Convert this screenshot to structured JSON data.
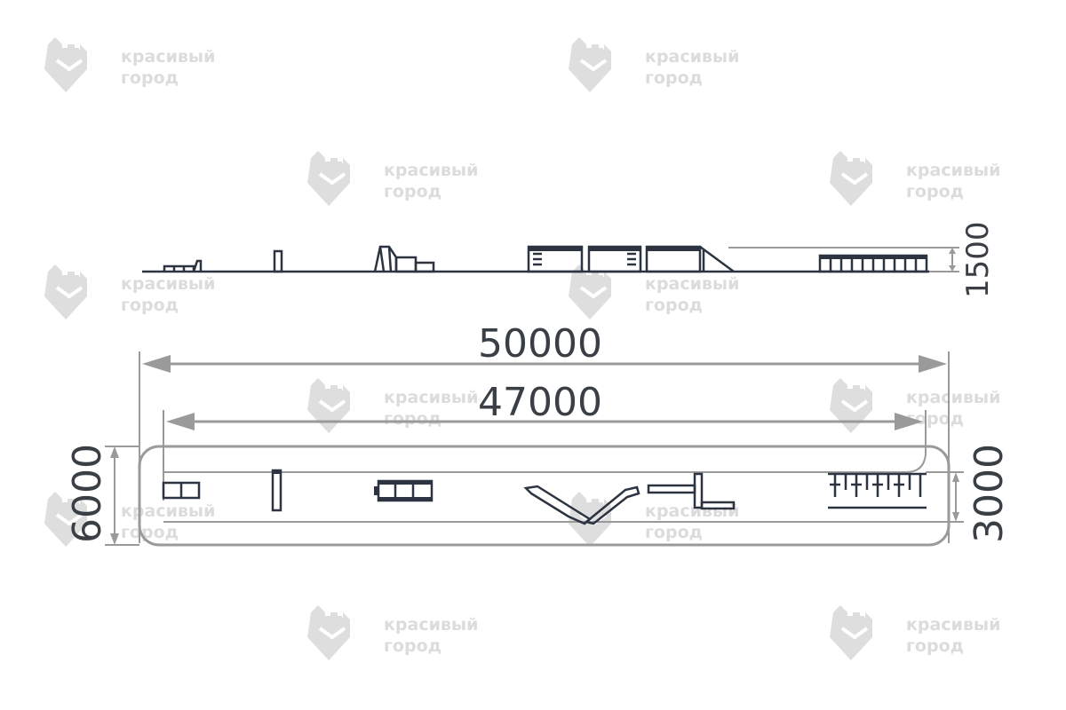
{
  "watermark": {
    "line1": "красивый",
    "line2": "город",
    "icon": "castle-shield-icon"
  },
  "dimensions": {
    "overall_length": "50000",
    "inner_length": "47000",
    "overall_width": "6000",
    "inner_width": "3000",
    "height": "1500"
  },
  "colors": {
    "dimension_line": "#9a9a9a",
    "objects": "#2b3440",
    "watermark": "#dcdcdc",
    "dimension_text": "#3a3f45"
  }
}
